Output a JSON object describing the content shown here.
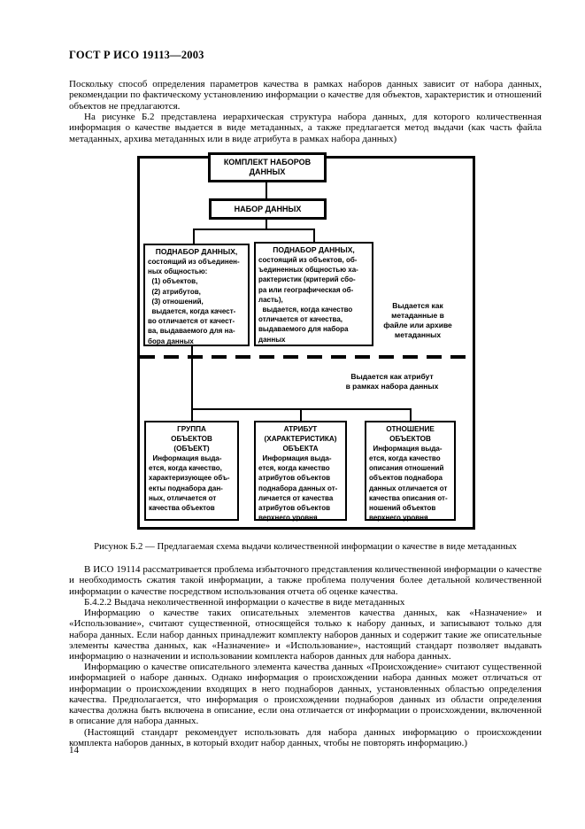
{
  "doc": {
    "header": "ГОСТ Р ИСО 19113—2003",
    "page_number": "14",
    "intro1": "Поскольку способ определения параметров качества в рамках наборов данных зависит от набора данных, рекомендации по фактическому установлению информации о качестве для объектов, характеристик и отношений объектов не предлагаются.",
    "intro2": "На рисунке Б.2 представлена иерархическая структура набора данных, для которого количественная информация о качестве выдается в виде метаданных, а также предлагается метод выдачи (как часть файла метаданных, архива метаданных или в виде атрибута в рамках набора данных)",
    "caption": "Рисунок Б.2 — Предлагаемая схема выдачи количественной информации о качестве в виде метаданных",
    "body1": "В ИСО 19114 рассматривается проблема избыточного представления количественной информации о качестве и необходимость сжатия такой информации, а также проблема получения более детальной количественной информации о качестве посредством использования отчета об оценке качества.",
    "heading": "Б.4.2.2  Выдача неколичественной информации о качестве в виде метаданных",
    "body2": "Информацию о качестве таких описательных элементов качества данных, как «Назначение» и «Использование», считают существенной, относящейся только к набору данных, и записывают только для набора данных. Если набор данных принадлежит комплекту наборов данных и содержит такие же описательные элементы качества данных, как «Назначение» и «Использование», настоящий стандарт позволяет выдавать информацию о назначении и использовании комплекта наборов данных для набора данных.",
    "body3": "Информацию о качестве описательного элемента качества данных «Происхождение» считают существенной информацией о наборе данных. Однако информация о происхождении набора данных может отличаться от информации о происхождении входящих в него поднаборов данных, установленных областью определения качества. Предполагается, что информация о происхождении поднаборов данных из области определения качества должна быть включена в описание, если она отличается от информации о происхождении, включенной в описание для набора данных.",
    "body4": "(Настоящий стандарт рекомендует использовать для набора данных информацию о происхождении комплекта наборов данных, в который входит набор данных, чтобы не повторять информацию.)"
  },
  "diagram": {
    "complect_box": "КОМПЛЕКТ НАБОРОВ\nДАННЫХ",
    "dataset_box": "НАБОР ДАННЫХ",
    "subset_left_title": "ПОДНАБОР ДАННЫХ,",
    "subset_left_body": "состоящий из объединен-\nных общностью:\n  (1) объектов,\n  (2) атрибутов,\n  (3) отношений,\n  выдается, когда качест-\nво отличается от качест-\nва, выдаваемого для на-\nбора данных",
    "subset_right_title": "ПОДНАБОР ДАННЫХ,",
    "subset_right_body": "состоящий из объектов, об-\nъединенных общностью ха-\nрактеристик (критерий сбо-\nра или географическая об-\nласть),\n  выдается, когда качество\nотличается от качества,\nвыдаваемого для набора\nданных",
    "label_metadata": "Выдается как\nметаданные в\nфайле или архиве\nметаданных",
    "label_attribute": "Выдается как атрибут\nв рамках набора данных",
    "group_title": "ГРУППА\nОБЪЕКТОВ\n(ОБЪЕКТ)",
    "group_body": "  Информация выда-\nется, когда качество,\nхарактеризующее объ-\nекты поднабора дан-\nных, отличается от\nкачества объектов",
    "attr_title": "АТРИБУТ\n(ХАРАКТЕРИСТИКА)\nОБЪЕКТА",
    "attr_body": "  Информация выда-\nется, когда качество\nатрибутов объектов\nподнабора данных от-\nличается от качества\nатрибутов объектов\nверхнего уровня",
    "relation_title": "ОТНОШЕНИЕ\nОБЪЕКТОВ",
    "relation_body": "  Информация выда-\nется, когда качество\nописания отношений\nобъектов поднабора\nданных отличается от\nкачества описания от-\nношений объектов\nверхнего уровня"
  }
}
